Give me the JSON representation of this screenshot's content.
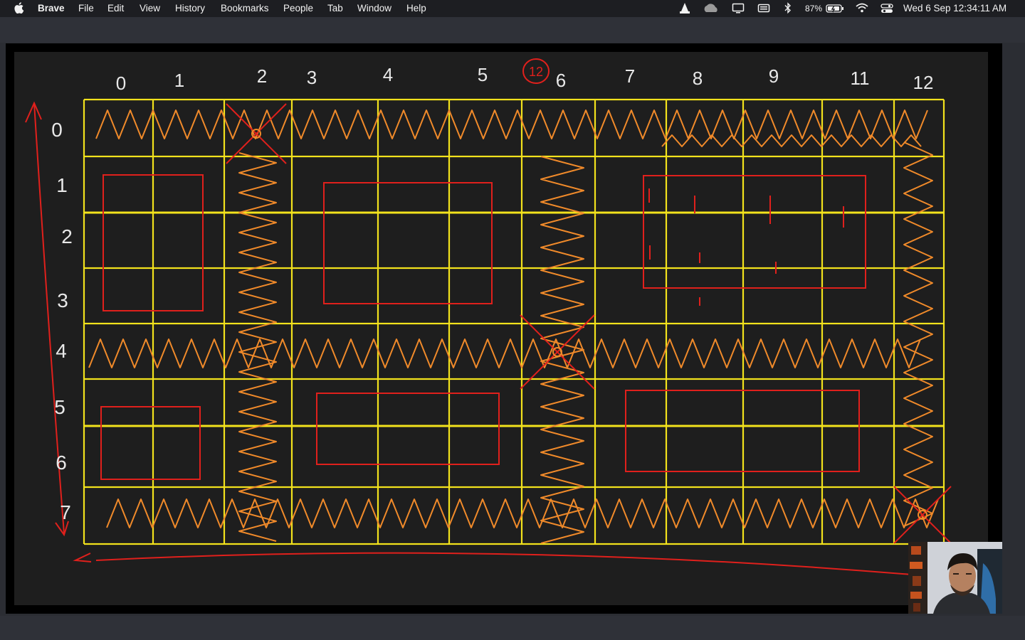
{
  "menubar": {
    "app_name": "Brave",
    "menus": [
      "File",
      "Edit",
      "View",
      "History",
      "Bookmarks",
      "People",
      "Tab",
      "Window",
      "Help"
    ],
    "status_icons": [
      "vlc-icon",
      "cloud-icon",
      "display-icon",
      "keyboard-icon",
      "bluetooth-icon",
      "battery-icon",
      "wifi-icon",
      "control-center-icon"
    ],
    "battery_percent": "87%",
    "clock": "Wed 6 Sep  12:34:11 AM"
  },
  "whiteboard": {
    "column_labels": [
      "0",
      "1",
      "2",
      "3",
      "4",
      "5",
      "6",
      "7",
      "8",
      "9",
      "11",
      "12"
    ],
    "circled_label": "12",
    "row_labels": [
      "0",
      "1",
      "2",
      "3",
      "4",
      "5",
      "6",
      "7"
    ],
    "colors": {
      "grid": "#f2e21c",
      "scribble": "#f08a2a",
      "marker": "#e0201c",
      "chalk": "#e8e8e8",
      "board": "#1e1e1e"
    }
  },
  "webcam": {
    "icon": "presenter-webcam"
  }
}
